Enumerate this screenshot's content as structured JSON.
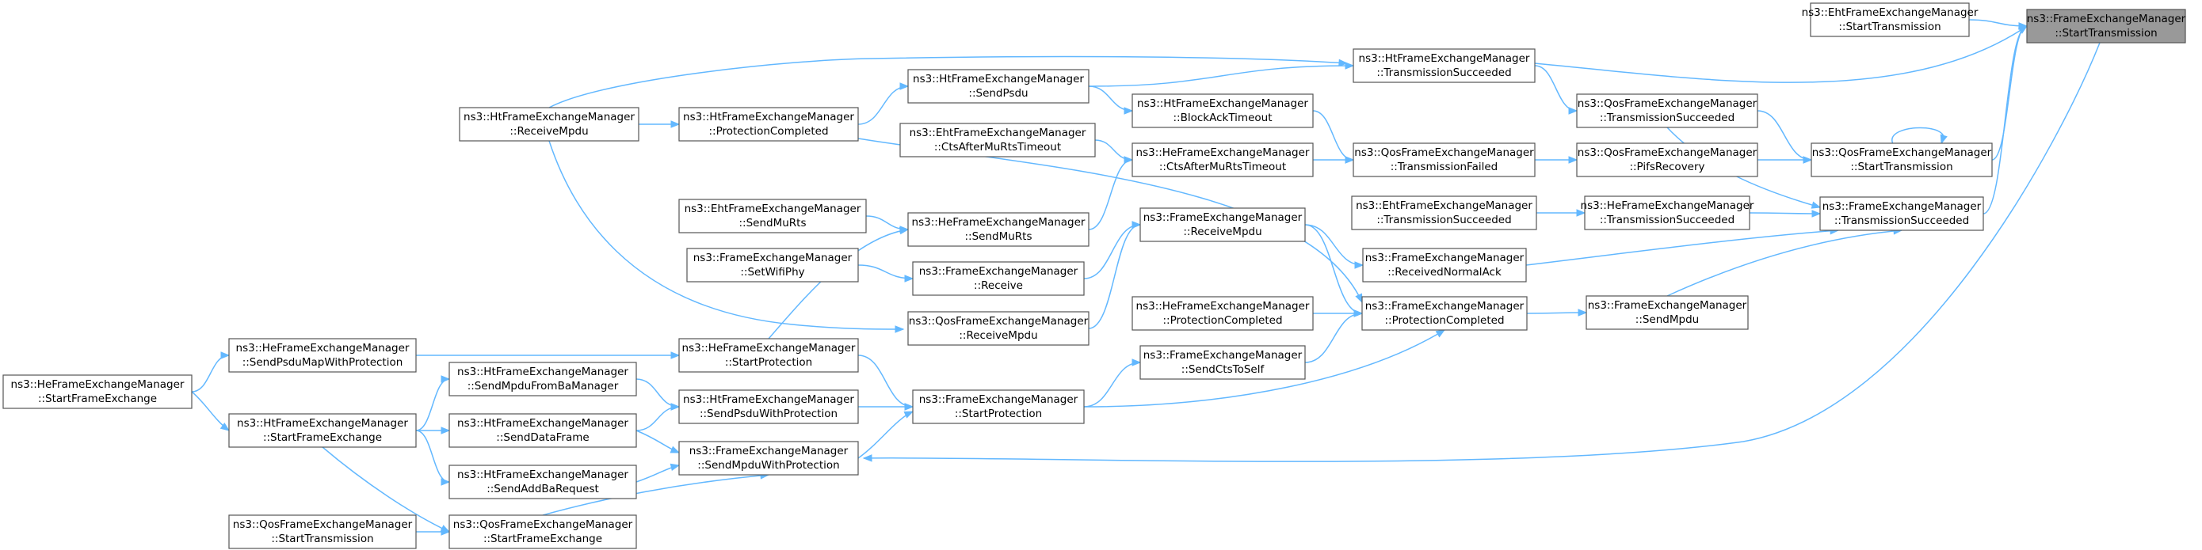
{
  "graph": {
    "title": "",
    "focus": "root",
    "colors": {
      "edge": "#63b8ff",
      "node_border": "#555555",
      "focus_fill": "#999999"
    },
    "nodes": [
      {
        "id": "root",
        "line1": "ns3::FrameExchangeManager",
        "line2": "::StartTransmission"
      },
      {
        "id": "ehtStartTx",
        "line1": "ns3::EhtFrameExchangeManager",
        "line2": "::StartTransmission"
      },
      {
        "id": "htTxSucc",
        "line1": "ns3::HtFrameExchangeManager",
        "line2": "::TransmissionSucceeded"
      },
      {
        "id": "qosStartTx",
        "line1": "ns3::QosFrameExchangeManager",
        "line2": "::StartTransmission"
      },
      {
        "id": "feTxSucc",
        "line1": "ns3::FrameExchangeManager",
        "line2": "::TransmissionSucceeded"
      },
      {
        "id": "qosTxSucc",
        "line1": "ns3::QosFrameExchangeManager",
        "line2": "::TransmissionSucceeded"
      },
      {
        "id": "qosPifs",
        "line1": "ns3::QosFrameExchangeManager",
        "line2": "::PifsRecovery"
      },
      {
        "id": "heTxSucc",
        "line1": "ns3::HeFrameExchangeManager",
        "line2": "::TransmissionSucceeded"
      },
      {
        "id": "feSendMpdu",
        "line1": "ns3::FrameExchangeManager",
        "line2": "::SendMpdu"
      },
      {
        "id": "ehtTxSucc",
        "line1": "ns3::EhtFrameExchangeManager",
        "line2": "::TransmissionSucceeded"
      },
      {
        "id": "qosTxFailed",
        "line1": "ns3::QosFrameExchangeManager",
        "line2": "::TransmissionFailed"
      },
      {
        "id": "feRecvNormAck",
        "line1": "ns3::FrameExchangeManager",
        "line2": "::ReceivedNormalAck"
      },
      {
        "id": "feProtComp",
        "line1": "ns3::FrameExchangeManager",
        "line2": "::ProtectionCompleted"
      },
      {
        "id": "htReceiveMpdu",
        "line1": "ns3::HtFrameExchangeManager",
        "line2": "::ReceiveMpdu"
      },
      {
        "id": "htSendPsdu",
        "line1": "ns3::HtFrameExchangeManager",
        "line2": "::SendPsdu"
      },
      {
        "id": "htBlockAck",
        "line1": "ns3::HtFrameExchangeManager",
        "line2": "::BlockAckTimeout"
      },
      {
        "id": "heCtsAfterMuRts",
        "line1": "ns3::HeFrameExchangeManager",
        "line2": "::CtsAfterMuRtsTimeout"
      },
      {
        "id": "feReceiveMpdu",
        "line1": "ns3::FrameExchangeManager",
        "line2": "::ReceiveMpdu"
      },
      {
        "id": "heProtComp",
        "line1": "ns3::HeFrameExchangeManager",
        "line2": "::ProtectionCompleted"
      },
      {
        "id": "feSendCts",
        "line1": "ns3::FrameExchangeManager",
        "line2": "::SendCtsToSelf"
      },
      {
        "id": "htProtComp",
        "line1": "ns3::HtFrameExchangeManager",
        "line2": "::ProtectionCompleted"
      },
      {
        "id": "ehtCtsAfterMuRts",
        "line1": "ns3::EhtFrameExchangeManager",
        "line2": "::CtsAfterMuRtsTimeout"
      },
      {
        "id": "heSendMuRts",
        "line1": "ns3::HeFrameExchangeManager",
        "line2": "::SendMuRts"
      },
      {
        "id": "ehtSendMuRts",
        "line1": "ns3::EhtFrameExchangeManager",
        "line2": "::SendMuRts"
      },
      {
        "id": "feReceive",
        "line1": "ns3::FrameExchangeManager",
        "line2": "::Receive"
      },
      {
        "id": "feSetWifiPhy",
        "line1": "ns3::FrameExchangeManager",
        "line2": "::SetWifiPhy"
      },
      {
        "id": "qosReceiveMpdu",
        "line1": "ns3::QosFrameExchangeManager",
        "line2": "::ReceiveMpdu"
      },
      {
        "id": "feStartProt",
        "line1": "ns3::FrameExchangeManager",
        "line2": "::StartProtection"
      },
      {
        "id": "heStartProt",
        "line1": "ns3::HeFrameExchangeManager",
        "line2": "::StartProtection"
      },
      {
        "id": "htSendPsduWP",
        "line1": "ns3::HtFrameExchangeManager",
        "line2": "::SendPsduWithProtection"
      },
      {
        "id": "feSendMpduWP",
        "line1": "ns3::FrameExchangeManager",
        "line2": "::SendMpduWithProtection"
      },
      {
        "id": "heSendPsduMap",
        "line1": "ns3::HeFrameExchangeManager",
        "line2": "::SendPsduMapWithProtection"
      },
      {
        "id": "htSendMpduBa",
        "line1": "ns3::HtFrameExchangeManager",
        "line2": "::SendMpduFromBaManager"
      },
      {
        "id": "htSendData",
        "line1": "ns3::HtFrameExchangeManager",
        "line2": "::SendDataFrame"
      },
      {
        "id": "htSendAddBa",
        "line1": "ns3::HtFrameExchangeManager",
        "line2": "::SendAddBaRequest"
      },
      {
        "id": "qosStartFE",
        "line1": "ns3::QosFrameExchangeManager",
        "line2": "::StartFrameExchange"
      },
      {
        "id": "heStartFE",
        "line1": "ns3::HeFrameExchangeManager",
        "line2": "::StartFrameExchange"
      },
      {
        "id": "htStartFE",
        "line1": "ns3::HtFrameExchangeManager",
        "line2": "::StartFrameExchange"
      },
      {
        "id": "qosStartTx2",
        "line1": "ns3::QosFrameExchangeManager",
        "line2": "::StartTransmission"
      }
    ],
    "edges": [
      {
        "from": "ehtStartTx",
        "to": "root"
      },
      {
        "from": "htTxSucc",
        "to": "root"
      },
      {
        "from": "qosStartTx",
        "to": "root"
      },
      {
        "from": "feTxSucc",
        "to": "root"
      },
      {
        "from": "qosStartTx",
        "to": "qosStartTx"
      },
      {
        "from": "qosTxSucc",
        "to": "qosStartTx"
      },
      {
        "from": "qosPifs",
        "to": "qosStartTx"
      },
      {
        "from": "htTxSucc",
        "to": "qosTxSucc"
      },
      {
        "from": "heTxSucc",
        "to": "feTxSucc"
      },
      {
        "from": "feRecvNormAck",
        "to": "feTxSucc"
      },
      {
        "from": "feSendMpdu",
        "to": "feTxSucc"
      },
      {
        "from": "qosTxSucc",
        "to": "feTxSucc"
      },
      {
        "from": "ehtTxSucc",
        "to": "heTxSucc"
      },
      {
        "from": "qosTxFailed",
        "to": "qosPifs"
      },
      {
        "from": "feReceiveMpdu",
        "to": "feRecvNormAck"
      },
      {
        "from": "feProtComp",
        "to": "feSendMpdu"
      },
      {
        "from": "htReceiveMpdu",
        "to": "htTxSucc"
      },
      {
        "from": "htSendPsdu",
        "to": "htTxSucc"
      },
      {
        "from": "htBlockAck",
        "to": "qosTxFailed"
      },
      {
        "from": "heCtsAfterMuRts",
        "to": "qosTxFailed"
      },
      {
        "from": "feReceiveMpdu",
        "to": "feProtComp"
      },
      {
        "from": "heProtComp",
        "to": "feProtComp"
      },
      {
        "from": "feSendCts",
        "to": "feProtComp"
      },
      {
        "from": "htProtComp",
        "to": "feProtComp"
      },
      {
        "from": "feStartProt",
        "to": "feProtComp"
      },
      {
        "from": "htSendPsdu",
        "to": "htBlockAck"
      },
      {
        "from": "htProtComp",
        "to": "htSendPsdu"
      },
      {
        "from": "htReceiveMpdu",
        "to": "htProtComp"
      },
      {
        "from": "ehtCtsAfterMuRts",
        "to": "heCtsAfterMuRts"
      },
      {
        "from": "heSendMuRts",
        "to": "heCtsAfterMuRts"
      },
      {
        "from": "ehtSendMuRts",
        "to": "heSendMuRts"
      },
      {
        "from": "heStartProt",
        "to": "heSendMuRts"
      },
      {
        "from": "feSetWifiPhy",
        "to": "feReceive"
      },
      {
        "from": "feReceive",
        "to": "feReceiveMpdu"
      },
      {
        "from": "qosReceiveMpdu",
        "to": "feReceiveMpdu"
      },
      {
        "from": "htReceiveMpdu",
        "to": "qosReceiveMpdu"
      },
      {
        "from": "feStartProt",
        "to": "feSendCts"
      },
      {
        "from": "heStartProt",
        "to": "feStartProt"
      },
      {
        "from": "htSendPsduWP",
        "to": "feStartProt"
      },
      {
        "from": "feSendMpduWP",
        "to": "feStartProt"
      },
      {
        "from": "heSendPsduMap",
        "to": "heStartProt"
      },
      {
        "from": "htSendMpduBa",
        "to": "htSendPsduWP"
      },
      {
        "from": "htSendData",
        "to": "htSendPsduWP"
      },
      {
        "from": "htSendData",
        "to": "feSendMpduWP"
      },
      {
        "from": "htSendAddBa",
        "to": "feSendMpduWP"
      },
      {
        "from": "qosStartFE",
        "to": "feSendMpduWP"
      },
      {
        "from": "root",
        "to": "feSendMpduWP"
      },
      {
        "from": "heStartFE",
        "to": "heSendPsduMap"
      },
      {
        "from": "htStartFE",
        "to": "htSendMpduBa"
      },
      {
        "from": "htStartFE",
        "to": "htSendData"
      },
      {
        "from": "htStartFE",
        "to": "htSendAddBa"
      },
      {
        "from": "htStartFE",
        "to": "qosStartFE"
      },
      {
        "from": "heStartFE",
        "to": "htStartFE"
      },
      {
        "from": "qosStartTx2",
        "to": "qosStartFE"
      }
    ]
  }
}
